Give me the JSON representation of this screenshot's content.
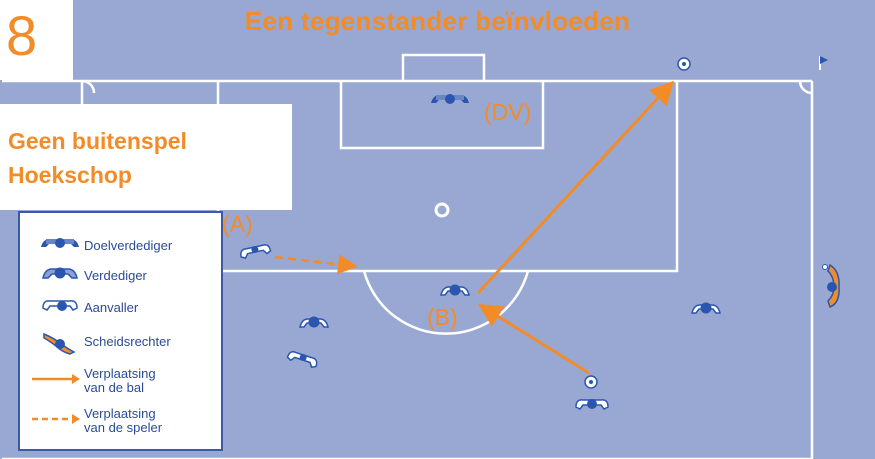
{
  "slide_number": "8",
  "title": "Een tegenstander beïnvloeden",
  "situation": {
    "line1": "Geen buitenspel",
    "line2": "Hoekschop"
  },
  "player_labels": {
    "goalkeeper": "(DV)",
    "attacker_a": "(A)",
    "player_b": "(B)"
  },
  "legend": {
    "goalkeeper": "Doelverdediger",
    "defender": "Verdediger",
    "attacker": "Aanvaller",
    "referee": "Scheidsrechter",
    "ball_move_1": "Verplaatsing",
    "ball_move_2": "van de bal",
    "player_move_1": "Verplaatsing",
    "player_move_2": "van de speler"
  },
  "colors": {
    "pitch": "#98a8d2",
    "line": "#ffffff",
    "accent": "#f28c28",
    "team_blue": "#2a56b0",
    "legend_text": "#2a4a9a"
  },
  "icons": [
    "defender-icon",
    "attacker-icon",
    "goalkeeper-icon",
    "referee-icon",
    "ball-icon",
    "corner-flag-icon"
  ]
}
